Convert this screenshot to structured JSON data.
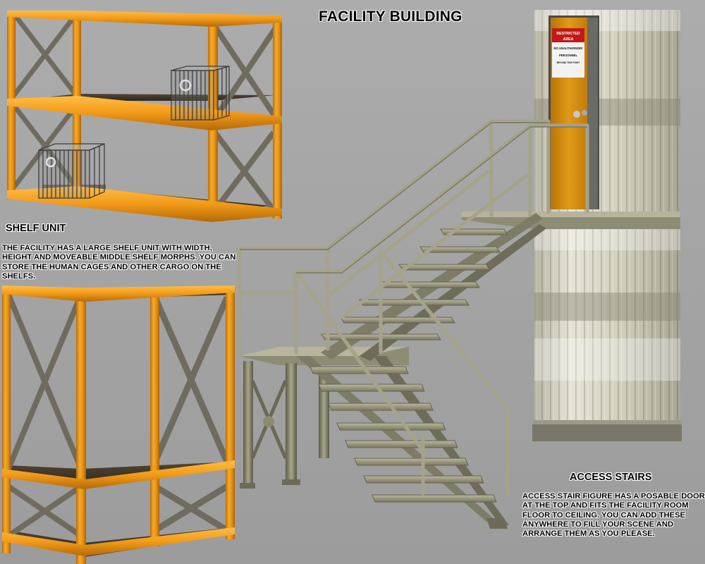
{
  "title": "FACILITY BUILDING",
  "shelf_unit": {
    "heading": "SHELF UNIT",
    "description": "THE FACILITY HAS A LARGE SHELF UNIT WITH WIDTH, HEIGHT AND MOVEABLE MIDDLE SHELF MORPHS.  YOU CAN STORE THE HUMAN CAGES AND OTHER CARGO ON THE SHELFS."
  },
  "access_stairs": {
    "heading": "ACCESS STAIRS",
    "description": "ACCESS STAIR FIGURE HAS A POSABLE DOOR AT THE TOP AND FITS THE FACILITY ROOM FLOOR TO CEILING. YOU CAN ADD THESE ANYWHERE TO FILL YOUR SCENE AND ARRANGE THEM AS YOU PLEASE."
  },
  "door_sign": {
    "line1": "RESTRICTED",
    "line2": "AREA",
    "line3": "NO UNAUTHORIZED",
    "line4": "PERSONNEL",
    "line5": "BEYOND THIS POINT"
  },
  "colors": {
    "background": "#a8a8a8",
    "frame_orange": "#f0a01e",
    "shelf_board": "#3a3228",
    "brace_grey": "#6e6a60",
    "stair_metal": "#8c8a72",
    "tower_wall": "#d8d5c8",
    "door_orange": "#d88e0c",
    "sign_red": "#c41818"
  }
}
